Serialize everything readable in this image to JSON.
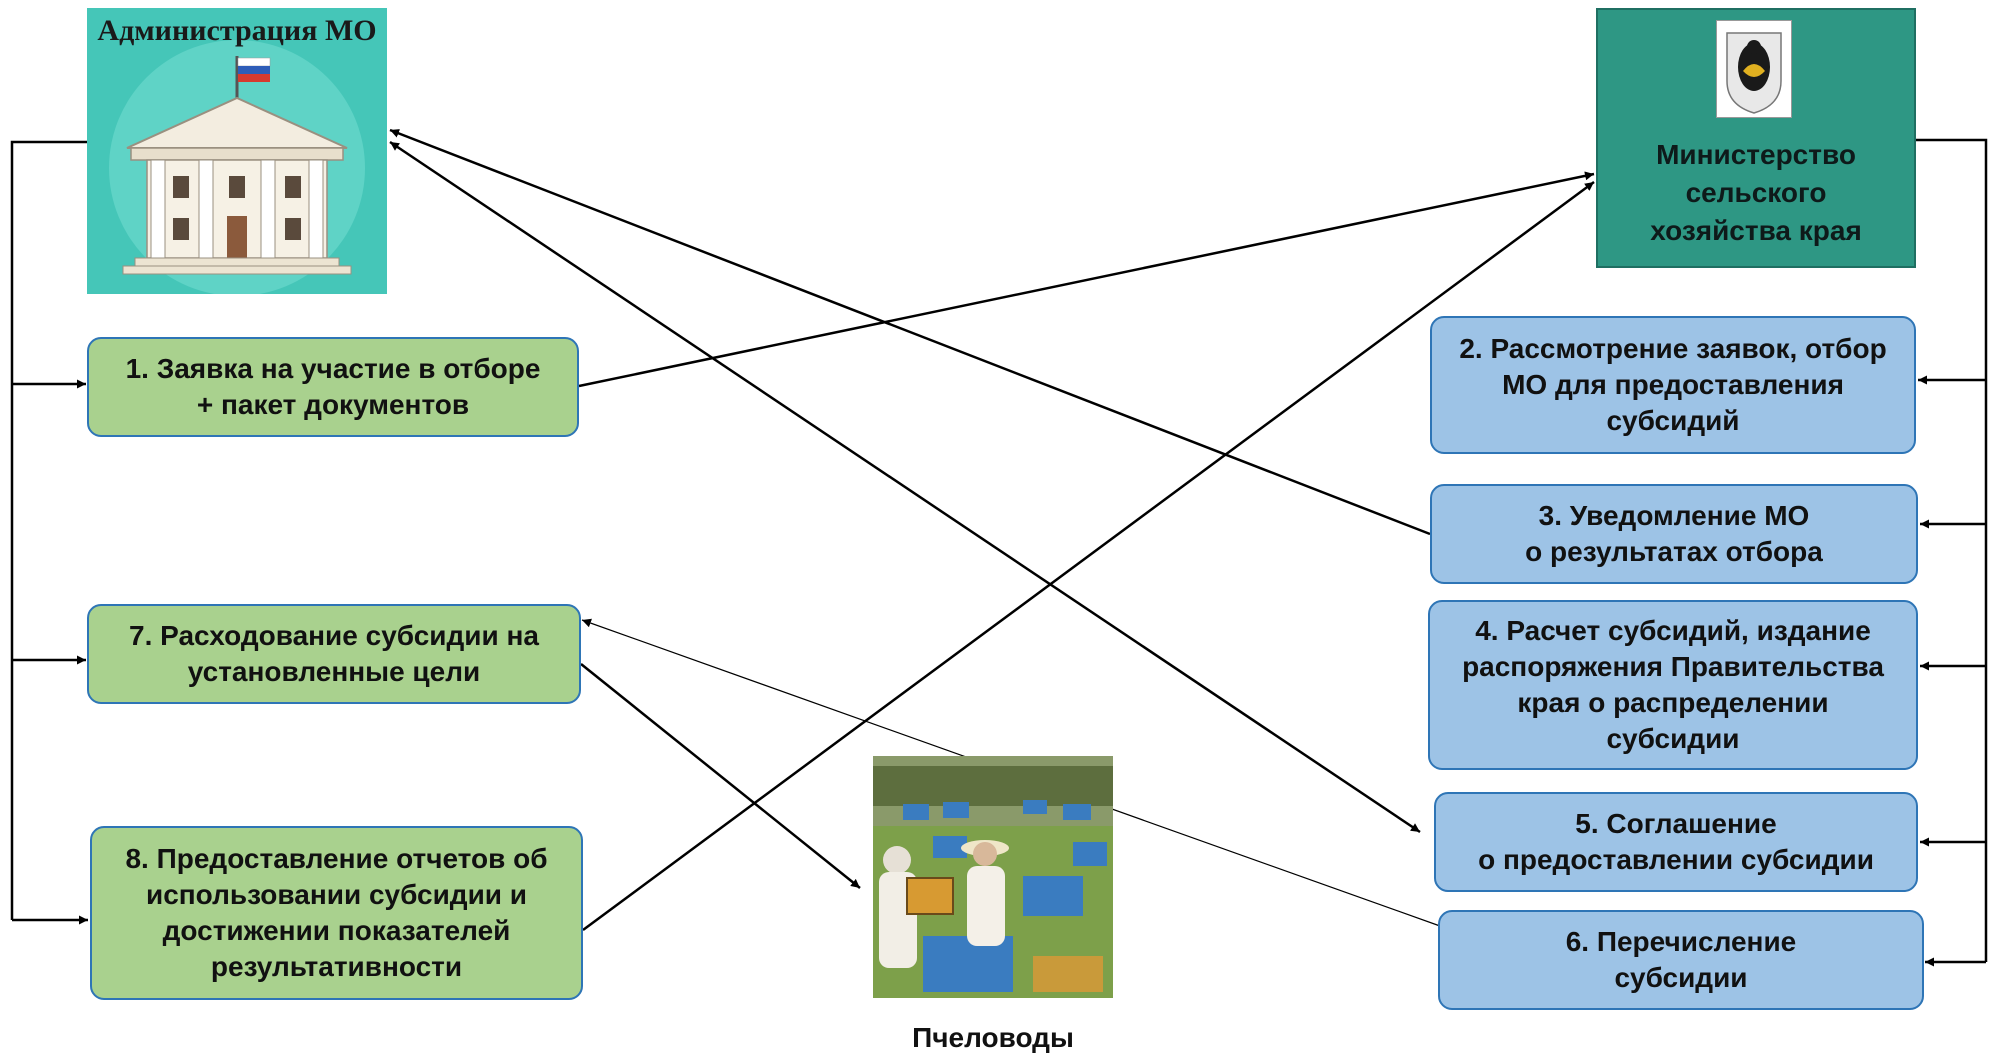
{
  "admin": {
    "title": "Администрация МО"
  },
  "ministry": {
    "title": "Министерство\nсельского\nхозяйства края"
  },
  "beekeepers": {
    "label": "Пчеловоды"
  },
  "steps": {
    "s1": "1. Заявка на участие в отборе\n+ пакет документов",
    "s2": "2. Рассмотрение заявок, отбор\nМО для предоставления\nсубсидий",
    "s3": "3. Уведомление МО\nо результатах отбора",
    "s4": "4. Расчет субсидий, издание\nраспоряжения Правительства\nкрая о распределении\nсубсидии",
    "s5": "5. Соглашение\nо предоставлении субсидии",
    "s6": "6. Перечисление\nсубсидии",
    "s7": "7. Расходование субсидии на\nустановленные цели",
    "s8": "8. Предоставление отчетов об\nиспользовании субсидии и\nдостижении показателей\nрезультативности"
  },
  "colors": {
    "admin_bg": "#45c6b8",
    "ministry_bg": "#2e9784",
    "green_box": "#a9d18e",
    "blue_box": "#9dc3e6",
    "box_border": "#2e75b6"
  }
}
